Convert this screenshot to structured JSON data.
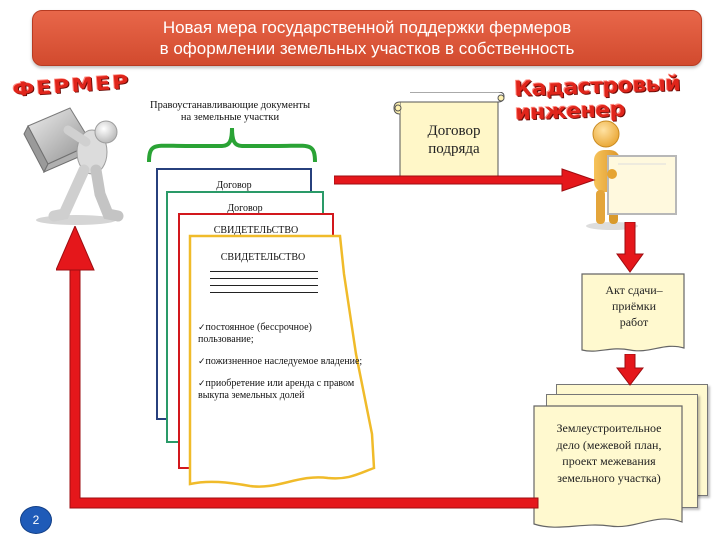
{
  "title": {
    "line1": "Новая мера государственной поддержки фермеров",
    "line2": "в оформлении земельных участков в собственность"
  },
  "farmer_label": "ФЕРМЕР",
  "engineer_label": "Кадастровый инженер",
  "documents": {
    "header_line1": "Правоустанавливающие документы",
    "header_line2": "на земельные участки",
    "sheet1_label": "Договор",
    "sheet2_label": "Договор",
    "sheet3_label": "СВИДЕТЕЛЬСТВО",
    "sheet4_label": "СВИДЕТЕЛЬСТВО",
    "bullets": [
      "постоянное (бессрочное) пользование;",
      "пожизненное наследуемое владение;",
      "приобретение или аренда с правом выкупа земельных долей"
    ]
  },
  "contract": {
    "line1": "Договор",
    "line2": "подряда"
  },
  "act": {
    "line1": "Акт сдачи–",
    "line2": "приёмки",
    "line3": "работ"
  },
  "land_case": {
    "line1": "Землеустроительное",
    "line2": "дело (межевой план,",
    "line3": "проект межевания",
    "line4": "земельного участка)"
  },
  "page_number": "2",
  "colors": {
    "title_bg": "#d9502f",
    "arrow": "#e5171b",
    "paper": "#fff9cf",
    "label_red": "#e0251b"
  }
}
